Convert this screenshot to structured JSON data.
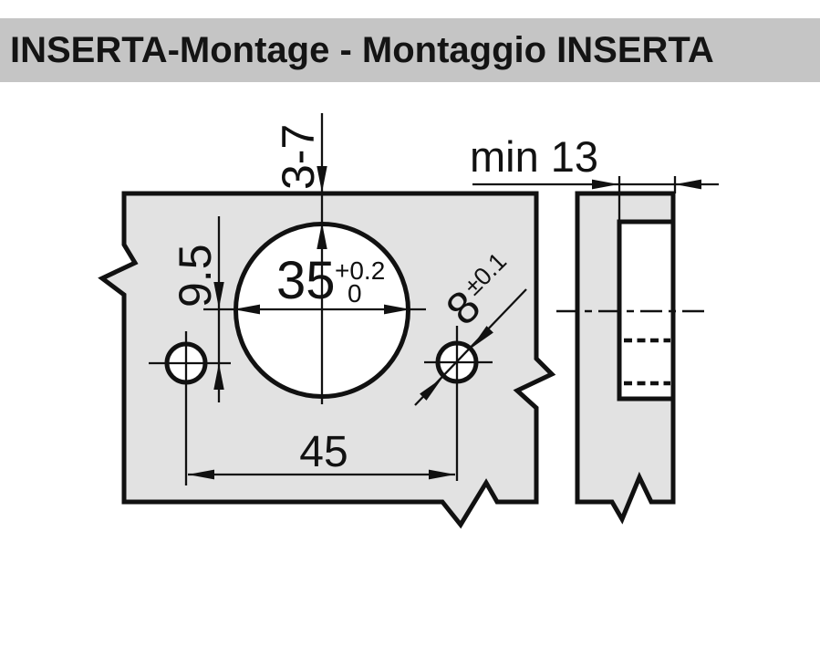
{
  "header": {
    "title": "INSERTA-Montage - Montaggio INSERTA"
  },
  "front_view": {
    "edge_distance_label": "3-7",
    "cup_to_screw_hole_label": "9.5",
    "cup_diameter_value": "35",
    "cup_diameter_tol_upper": "+0.2",
    "cup_diameter_tol_lower": "0",
    "screw_hole_diameter_value": "8",
    "screw_hole_diameter_tolerance": "±0.1",
    "screw_hole_spacing_label": "45"
  },
  "side_view": {
    "min_depth_label": "min 13"
  },
  "colors": {
    "header_bg": "#c5c5c5",
    "panel_fill": "#e2e2e2",
    "hole_fill": "#ffffff",
    "line_color": "#111111",
    "page_bg": "#ffffff"
  }
}
